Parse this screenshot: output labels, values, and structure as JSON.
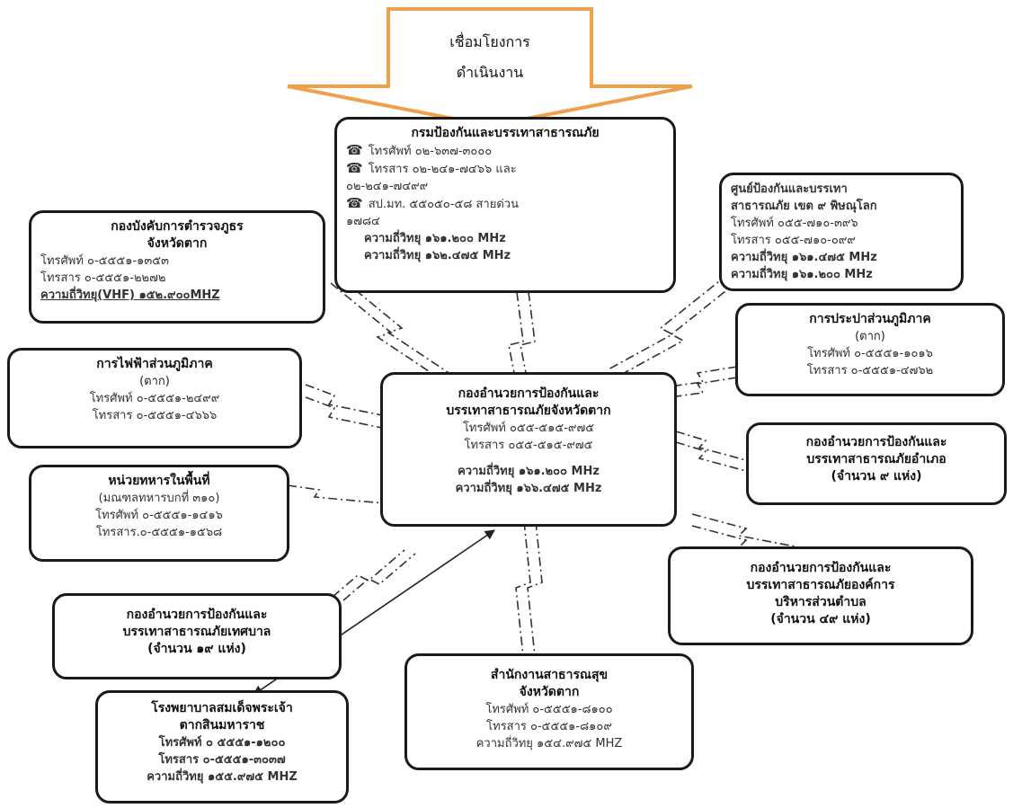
{
  "banner": {
    "line1": "เชื่อมโยงการ",
    "line2": "ดำเนินงาน",
    "color": "#f0a04b"
  },
  "dept": {
    "title": "กรมป้องกันและบรรเทาสาธารณภัย",
    "phone": "โทรศัพท์ ๐๒-๖๓๗-๓๐๐๐",
    "fax": "โทรสาร ๐๒-๒๔๑-๗๔๖๖ และ",
    "fax2": "๐๒-๒๔๑-๗๔๙๙",
    "hotline": "สป.มท. ๕๕๐๕๐-๕๘ สายด่วน",
    "hotline2": "๑๗๘๔",
    "radio1": "ความถี่วิทยุ ๑๖๑.๒๐๐ MHz",
    "radio2": "ความถี่วิทยุ ๑๖๒.๔๗๕ MHz"
  },
  "police": {
    "title1": "กองบังคับการตำรวจภูธร",
    "title2": "จังหวัดตาก",
    "phone": "โทรศัพท์ ๐-๕๕๕๑-๑๓๕๓",
    "fax": "โทรสาร ๐-๕๕๕๑-๒๒๗๒",
    "radio": "ความถี่วิทยุ(VHF) ๑๕๒.๙๐๐MHZ"
  },
  "center9": {
    "title1": "ศูนย์ป้องกันและบรรเทา",
    "title2": "สาธารณภัย เขต ๙ พิษณุโลก",
    "phone": "โทรศัพท์ ๐๕๕-๗๑๐-๓๙๖",
    "fax": "โทรสาร ๐๕๕-๗๑๐-๐๙๙",
    "radio1": "ความถี่วิทยุ ๑๖๑.๔๗๕ MHz",
    "radio2": "ความถี่วิทยุ ๑๖๑.๒๐๐ MHz"
  },
  "pea": {
    "title": "การไฟฟ้าส่วนภูมิภาค",
    "sub": "(ตาก)",
    "phone": "โทรศัพท์ ๐-๕๕๕๑-๒๔๙๙",
    "fax": "โทรสาร ๐-๕๕๕๑-๔๖๖๖"
  },
  "pwa": {
    "title": "การประปาส่วนภูมิภาค",
    "sub": "(ตาก)",
    "phone": "โทรศัพท์ ๐-๕๕๕๑-๑๐๑๖",
    "fax": "โทรสาร ๐-๕๕๕๑-๔๗๖๒"
  },
  "center": {
    "title1": "กองอำนวยการป้องกันและ",
    "title2": "บรรเทาสาธารณภัยจังหวัดตาก",
    "phone": "โทรศัพท์ ๐๕๕-๕๑๕-๙๗๕",
    "fax": "โทรสาร ๐๕๕-๕๑๕-๙๗๕",
    "radio1": "ความถี่วิทยุ ๑๖๑.๒๐๐ MHz",
    "radio2": "ความถี่วิทยุ ๑๖๖.๔๗๕ MHz"
  },
  "district": {
    "title1": "กองอำนวยการป้องกันและ",
    "title2": "บรรเทาสาธารณภัยอำเภอ",
    "count": "(จำนวน ๙ แห่ง)"
  },
  "military": {
    "title": "หน่วยทหารในพื้นที่",
    "sub": "(มณฑลทหารบกที่ ๓๑๐)",
    "phone": "โทรศัพท์ ๐-๕๕๕๑-๑๔๑๖",
    "fax": "โทรสาร.๐-๕๕๕๑-๑๕๖๘"
  },
  "tao": {
    "title1": "กองอำนวยการป้องกันและ",
    "title2": "บรรเทาสาธารณภัยองค์การ",
    "title3": "บริหารส่วนตำบล",
    "count": "(จำนวน ๔๙ แห่ง)"
  },
  "municipal": {
    "title1": "กองอำนวยการป้องกันและ",
    "title2": "บรรเทาสาธารณภัยเทศบาล",
    "count": "(จำนวน ๑๙ แห่ง)"
  },
  "health": {
    "title1": "สำนักงานสาธารณสุข",
    "title2": "จังหวัดตาก",
    "phone": "โทรศัพท์ ๐-๕๕๕๑-๘๑๐๐",
    "fax": "โทรสาร ๐-๕๕๕๑-๘๑๐๙",
    "radio": "ความถี่วิทยุ ๑๕๔.๙๗๕ MHZ"
  },
  "hospital": {
    "title1": "โรงพยาบาลสมเด็จพระเจ้า",
    "title2": "ตากสินมหาราช",
    "phone": "โทรศัพท์ ๐ ๕๕๕๑-๑๒๐๐",
    "fax": "โทรสาร ๐-๕๕๕๑-๓๐๓๗",
    "radio": "ความถี่วิทยุ ๑๕๕.๙๗๕ MHZ"
  }
}
